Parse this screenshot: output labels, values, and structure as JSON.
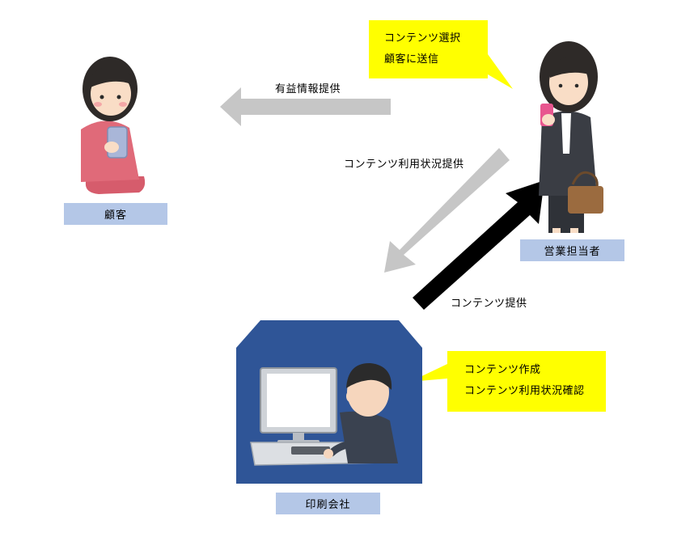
{
  "nodes": {
    "customer": {
      "label": "顧客"
    },
    "sales": {
      "label": "営業担当者"
    },
    "printer": {
      "label": "印刷会社"
    }
  },
  "arrows": {
    "info_to_customer": {
      "label": "有益情報提供"
    },
    "usage_to_printer": {
      "label": "コンテンツ利用状況提供"
    },
    "content_to_sales": {
      "label": "コンテンツ提供"
    }
  },
  "callouts": {
    "sales_note": {
      "line1": "コンテンツ選択",
      "line2": "顧客に送信"
    },
    "printer_note": {
      "line1": "コンテンツ作成",
      "line2": "コンテンツ利用状況確認"
    }
  },
  "colors": {
    "node_box": "#b4c7e7",
    "callout": "#ffff00",
    "gray_arrow": "#c6c6c6",
    "black_arrow": "#000000",
    "printer_panel": "#2f5597"
  }
}
